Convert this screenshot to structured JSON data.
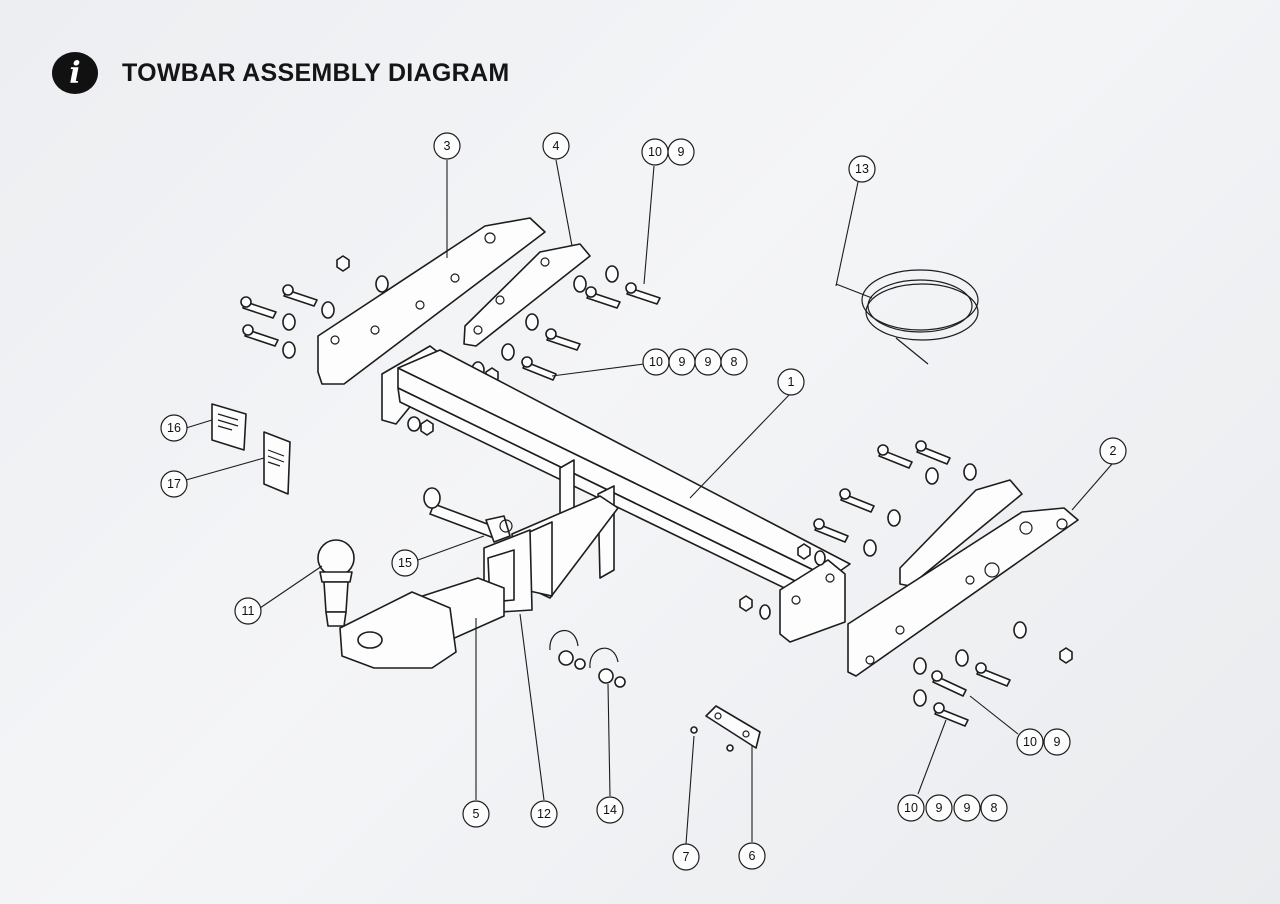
{
  "header": {
    "title": "TOWBAR ASSEMBLY DIAGRAM",
    "info_icon": "info-icon",
    "info_glyph": "i"
  },
  "callouts": {
    "c1": "1",
    "c2": "2",
    "c3": "3",
    "c4": "4",
    "c5": "5",
    "c6": "6",
    "c7": "7",
    "c11": "11",
    "c12": "12",
    "c13": "13",
    "c14": "14",
    "c15": "15",
    "c16": "16",
    "c17": "17",
    "fastener_top": [
      "10",
      "9"
    ],
    "fastener_mid": [
      "10",
      "9",
      "9",
      "8"
    ],
    "fastener_right": [
      "10",
      "9"
    ],
    "fastener_bottom": [
      "10",
      "9",
      "9",
      "8"
    ]
  },
  "colors": {
    "line": "#1d1d1d",
    "paper": "#f1f2f4",
    "badge": "#111111"
  }
}
